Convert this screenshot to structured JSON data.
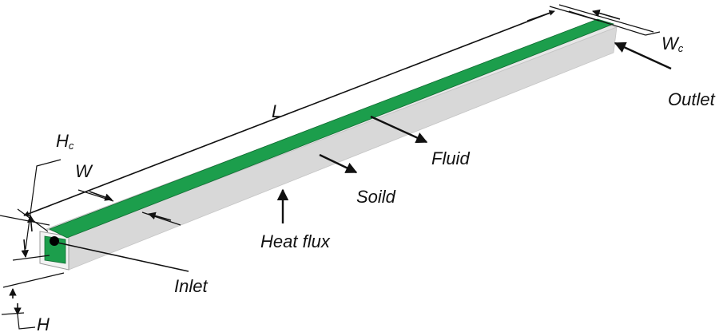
{
  "labels": {
    "length": "L",
    "channel_width_main": "W",
    "channel_width_sub": "c",
    "width": "W",
    "channel_height_main": "H",
    "channel_height_sub": "c",
    "height": "H",
    "inlet": "Inlet",
    "outlet": "Outlet",
    "fluid": "Fluid",
    "solid": "Soild",
    "heat_flux": "Heat flux"
  },
  "colors": {
    "fluid_channel": "#1c9e4c",
    "solid_body": "#d9d9d9",
    "solid_side": "#cfcfcf",
    "lines": "#111111"
  }
}
